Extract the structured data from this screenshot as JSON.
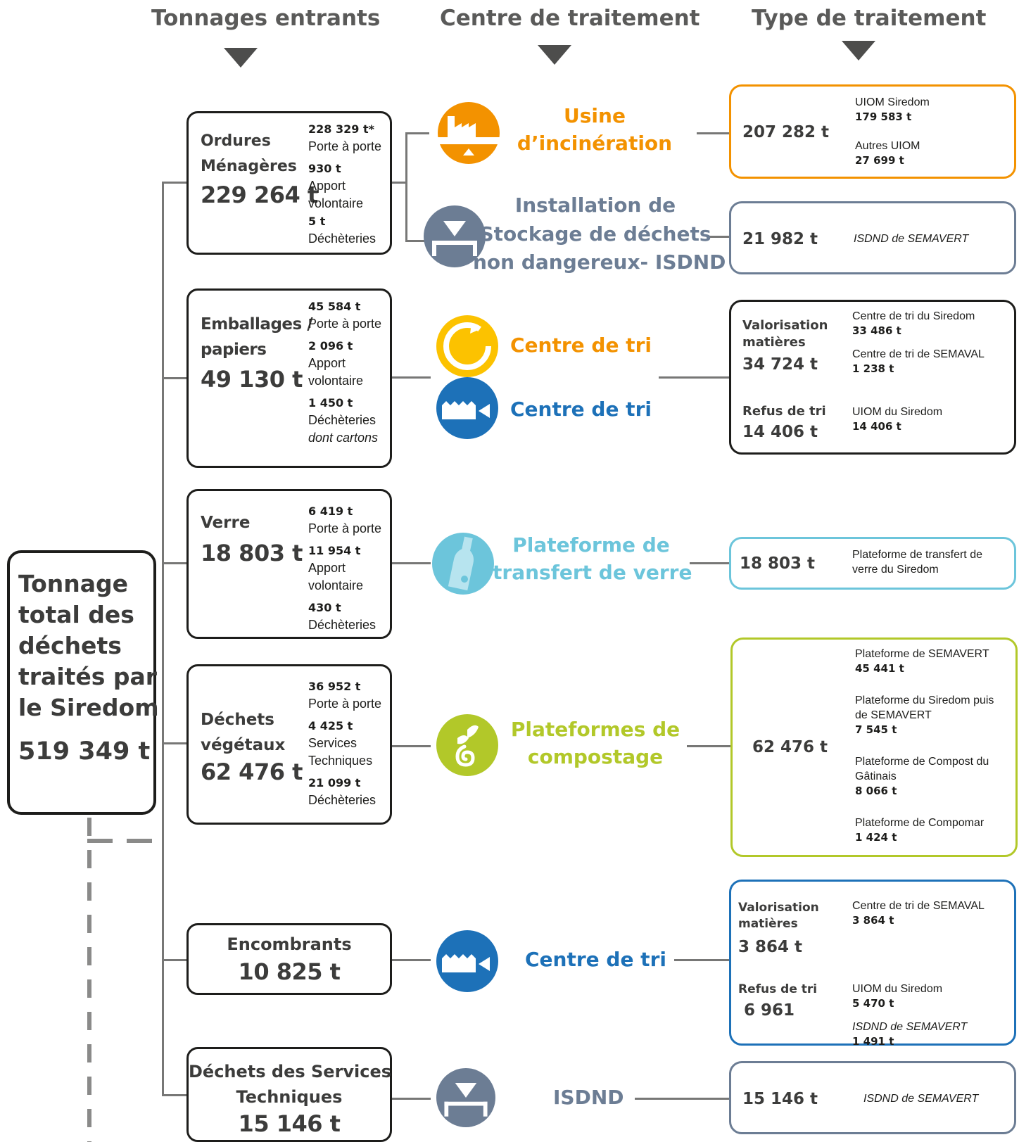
{
  "headers": {
    "incoming": "Tonnages entrants",
    "center": "Centre de traitement",
    "type": "Type de traitement"
  },
  "colors": {
    "orange": "#f39200",
    "slate": "#6c7d94",
    "yellow": "#fcc200",
    "blue": "#1d71b8",
    "lightblue": "#6cc5db",
    "green": "#b2c829",
    "black": "#1d1d1b"
  },
  "total": {
    "label_1": "Tonnage",
    "label_2": "total des",
    "label_3": "déchets",
    "label_4": "traités par",
    "label_5": "le Siredom",
    "value": "519 349 t"
  },
  "om": {
    "name_1": "Ordures",
    "name_2": "Ménagères",
    "total": "229 264 t",
    "v1": "228 329 t*",
    "l1": "Porte à porte",
    "v2": "930 t",
    "l2a": "Apport",
    "l2b": "volontaire",
    "v3": "5 t",
    "l3": "Déchèteries"
  },
  "emb": {
    "name_1": "Emballages /",
    "name_2": "papiers",
    "total": "49 130 t",
    "v1": "45 584 t",
    "l1": "Porte à porte",
    "v2": "2 096 t",
    "l2a": "Apport",
    "l2b": "volontaire",
    "v3": "1 450 t",
    "l3": "Déchèteries",
    "l3b": "dont cartons"
  },
  "verre": {
    "name": "Verre",
    "total": "18 803 t",
    "v1": "6 419 t",
    "l1": "Porte à porte",
    "v2": "11 954 t",
    "l2a": "Apport",
    "l2b": "volontaire",
    "v3": "430 t",
    "l3": "Déchèteries"
  },
  "veg": {
    "name_1": "Déchets",
    "name_2": "végétaux",
    "total": "62 476 t",
    "v1": "36 952 t",
    "l1": "Porte à porte",
    "v2": "4 425 t",
    "l2a": "Services",
    "l2b": "Techniques",
    "v3": "21 099 t",
    "l3": "Déchèteries"
  },
  "enc": {
    "name": "Encombrants",
    "total": "10 825 t"
  },
  "dst": {
    "name_1": "Déchets des Services",
    "name_2": "Techniques",
    "total": "15 146 t"
  },
  "centers": {
    "incin_1": "Usine",
    "incin_2": "d’incinération",
    "isdnd_1": "Installation de",
    "isdnd_2": "Stockage de déchets",
    "isdnd_3": "non dangereux- ISDND",
    "tri_yellow": "Centre de tri",
    "tri_blue": "Centre de tri",
    "verre_1": "Plateforme de",
    "verre_2": "transfert de verre",
    "compost_1": "Plateformes de",
    "compost_2": "compostage",
    "tri_enc": "Centre de tri",
    "isdnd_short": "ISDND"
  },
  "results": {
    "incin": {
      "total": "207 282 t",
      "a_label": "UIOM Siredom",
      "a_value": "179 583 t",
      "b_label": "Autres UIOM",
      "b_value": "27 699 t"
    },
    "isdnd": {
      "total": "21 982 t",
      "label": "ISDND de SEMAVERT"
    },
    "tri": {
      "val_label_1": "Valorisation",
      "val_label_2": "matières",
      "val_total": "34 724 t",
      "a_label": "Centre de tri du Siredom",
      "a_value": "33 486 t",
      "b_label": "Centre de tri de SEMAVAL",
      "b_value": "1 238 t",
      "ref_label": "Refus de tri",
      "ref_total": "14 406 t",
      "c_label": "UIOM du Siredom",
      "c_value": "14 406 t"
    },
    "verre": {
      "total": "18 803 t",
      "label_1": "Plateforme de transfert de",
      "label_2": "verre du Siredom"
    },
    "compost": {
      "total": "62 476 t",
      "a_label": "Plateforme de SEMAVERT",
      "a_value": "45 441 t",
      "b_label_1": "Plateforme du Siredom puis",
      "b_label_2": "de SEMAVERT",
      "b_value": "7 545 t",
      "c_label_1": "Plateforme de Compost du",
      "c_label_2": "Gâtinais",
      "c_value": "8 066 t",
      "d_label": "Plateforme de Compomar",
      "d_value": "1 424 t"
    },
    "enc": {
      "val_label_1": "Valorisation",
      "val_label_2": "matières",
      "val_total": "3 864 t",
      "a_label": "Centre de tri de SEMAVAL",
      "a_value": "3 864 t",
      "ref_label": "Refus de tri",
      "ref_total": "6 961",
      "b_label": "UIOM du Siredom",
      "b_value": "5 470 t",
      "c_label": "ISDND de SEMAVERT",
      "c_value": "1 491 t"
    },
    "dst": {
      "total": "15 146 t",
      "label": "ISDND de SEMAVERT"
    }
  }
}
